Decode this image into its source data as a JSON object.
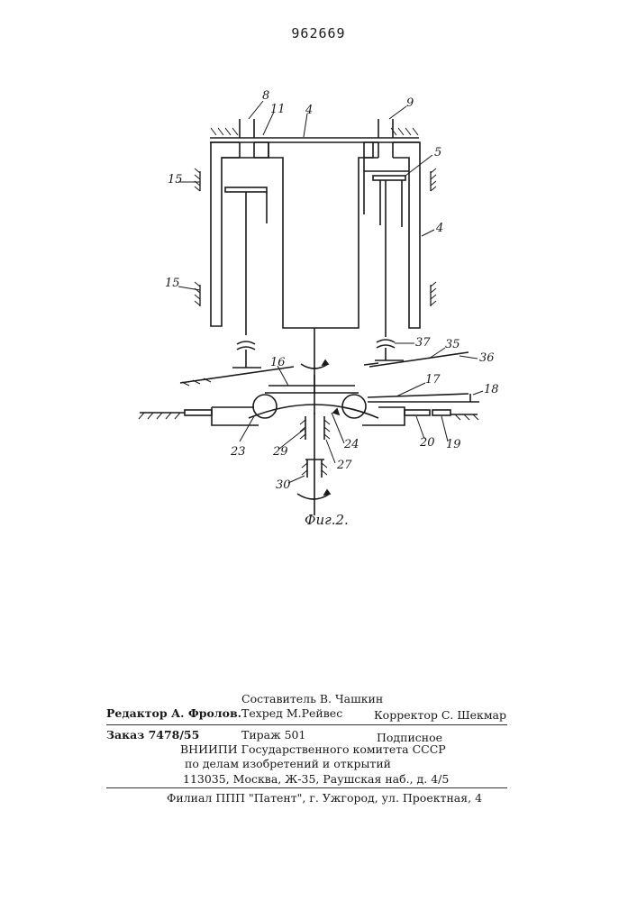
{
  "patent_number": "962669",
  "figure_caption": "Фиг.2.",
  "labels": {
    "l8": "8",
    "l9": "9",
    "l11": "11",
    "l4a": "4",
    "l4b": "4",
    "l5": "5",
    "l15a": "15",
    "l15b": "15",
    "l37": "37",
    "l35": "35",
    "l36": "36",
    "l16": "16",
    "l17": "17",
    "l18": "18",
    "l23": "23",
    "l29": "29",
    "l24": "24",
    "l20": "20",
    "l19": "19",
    "l27": "27",
    "l30": "30"
  },
  "imprint": {
    "editor": "Редактор А. Фролов.",
    "compiler": "Составитель В. Чашкин",
    "techred": "Техред М.Рейвес",
    "corrector": "Корректор С. Шекмар",
    "order": "Заказ 7478/55",
    "circulation": "Тираж 501",
    "subscription": "Подписное",
    "org1": "ВНИИПИ Государственного комитета СССР",
    "org2": "по делам изобретений и открытий",
    "address": "113035, Москва, Ж-35, Раушская наб., д. 4/5",
    "branch": "Филиал ППП \"Патент\", г. Ужгород, ул. Проектная, 4"
  }
}
